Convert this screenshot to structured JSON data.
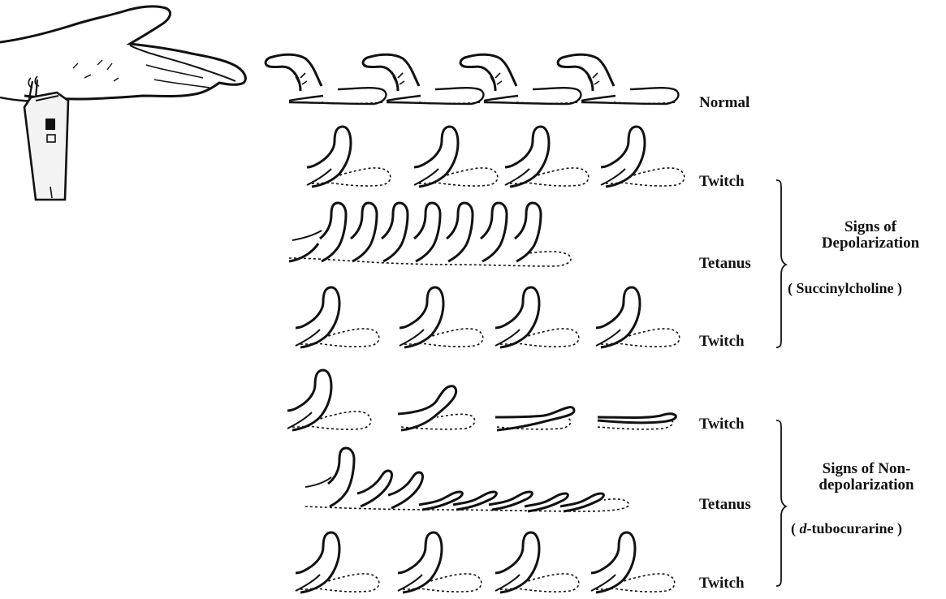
{
  "rows": [
    {
      "label": "Normal"
    },
    {
      "label": "Twitch"
    },
    {
      "label": "Tetanus"
    },
    {
      "label": "Twitch"
    },
    {
      "label": "Twitch"
    },
    {
      "label": "Tetanus"
    },
    {
      "label": "Twitch"
    }
  ],
  "groups": {
    "depolarization": {
      "title_line1": "Signs of",
      "title_line2": "Depolarization",
      "drug": "( Succinylcholine )"
    },
    "nondepolarization": {
      "title_line1": "Signs of Non-",
      "title_line2": "depolarization",
      "drug_open": "( ",
      "drug_italic": "d",
      "drug_rest": "-tubocurarine )"
    }
  },
  "colors": {
    "ink": "#111111",
    "background": "#ffffff"
  },
  "icons": [
    "hand-icon",
    "nerve-stimulator-icon",
    "thumb-icon"
  ]
}
